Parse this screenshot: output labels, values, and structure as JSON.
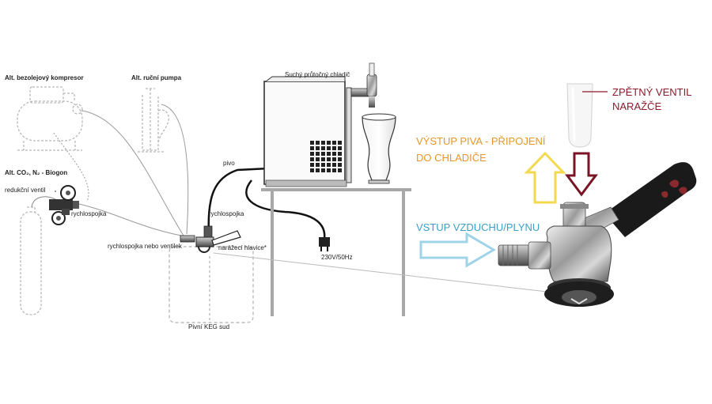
{
  "labels": {
    "compressor": "Alt. bezolejový kompresor",
    "hand_pump": "Alt. ruční pumpa",
    "co2": "Alt. CO₂, N₂ - Biogon",
    "reducer": "redukční ventil",
    "quick_coupler_left": "rychlospojka",
    "quick_coupler_or_valve": "rychlospojka nebo ventilek",
    "cooler": "Suchý průtočný chladič",
    "beer_line": "pivo",
    "quick_coupler_mid": "rychlospojka",
    "keg_coupler": "narážecí hlavice*",
    "power": "230V/50Hz",
    "keg": "Pivní KEG sud",
    "check_valve_line1": "ZPĚTNÝ VENTIL",
    "check_valve_line2": "NARAŽČE",
    "beer_out_line1": "VÝSTUP PIVA - PŘIPOJENÍ",
    "beer_out_line2": "DO CHLADIČE",
    "gas_in": "VSTUP VZDUCHU/PLYNU"
  },
  "colors": {
    "check_valve": "#8b1a2b",
    "beer_out": "#e8962a",
    "gas_in": "#3aa0c8",
    "arrow_yellow": "#f2d94e",
    "arrow_maroon": "#7a1424",
    "arrow_blue": "#9fd3e8"
  },
  "icons": [
    "compressor-icon",
    "hand-pump-icon",
    "gas-cylinder-icon",
    "pressure-regulator-icon",
    "cooler-icon",
    "beer-tap-icon",
    "beer-glass-icon",
    "power-plug-icon",
    "keg-icon",
    "keg-coupler-icon",
    "check-valve-icon"
  ]
}
